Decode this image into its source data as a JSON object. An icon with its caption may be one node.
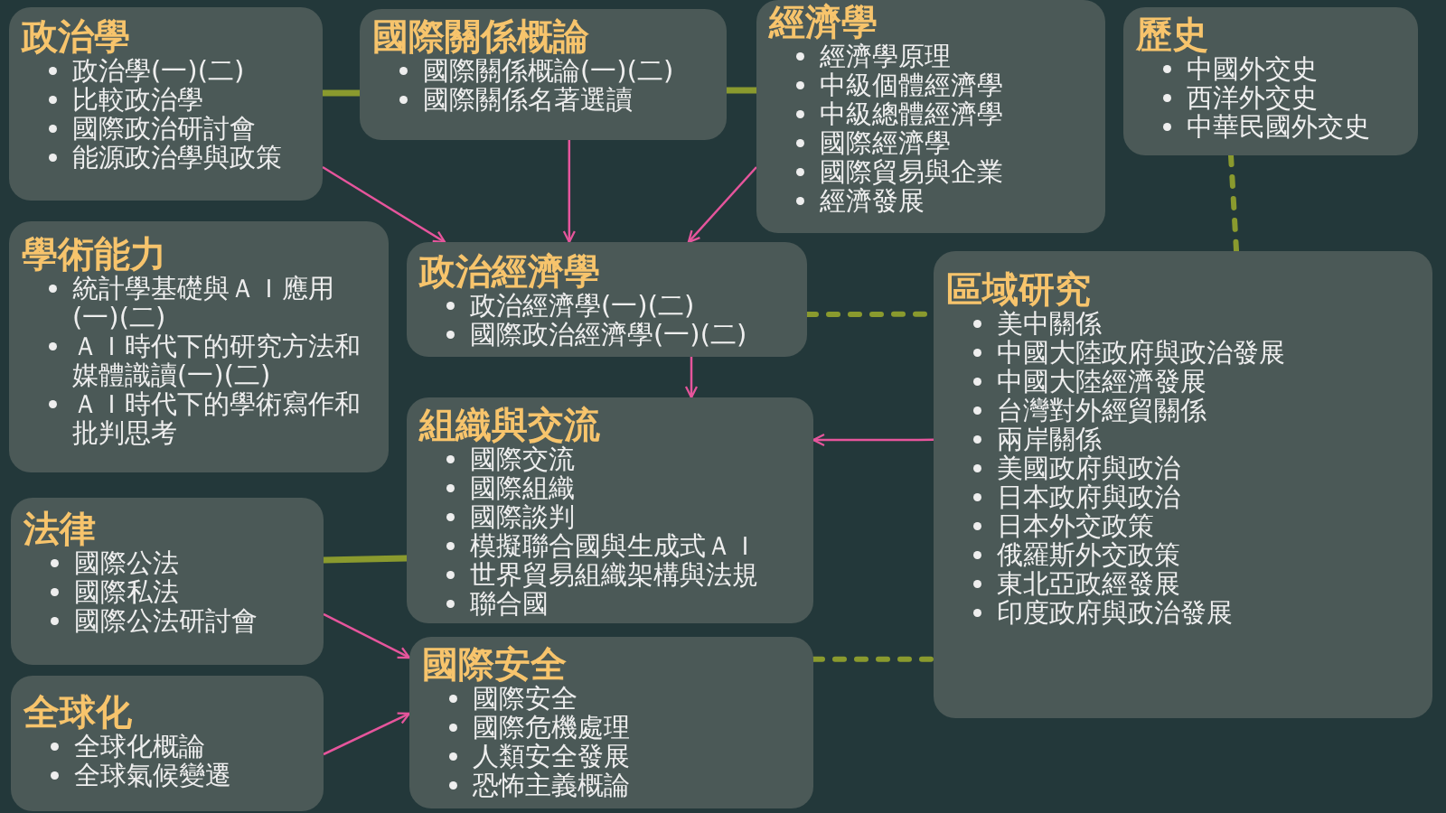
{
  "diagram": {
    "nodes": [
      {
        "text": [
          "政治學",
          "政治學(一)(二)",
          "比較政治學",
          "國際政治研討會",
          "能源政治學與政策"
        ]
      },
      {
        "text": [
          "國際關係概論",
          "國際關係概論(一)(二)",
          "國際關係名著選讀"
        ]
      },
      {
        "text": [
          "經濟學",
          "經濟學原理",
          "中級個體經濟學",
          "中級總體經濟學",
          "國際經濟學",
          "國際貿易與企業",
          "經濟發展"
        ]
      },
      {
        "text": [
          "歷史",
          "中國外交史",
          "西洋外交史",
          "中華民國外交史"
        ]
      },
      {
        "text": [
          "學術能力",
          "統計學基礎與ＡＩ應用(一)(二)",
          "ＡＩ時代下的研究方法和媒體識讀(一)(二)",
          "ＡＩ時代下的學術寫作和批判思考"
        ]
      },
      {
        "text": [
          "政治經濟學",
          "政治經濟學(一)(二)",
          "國際政治經濟學(一)(二)"
        ]
      },
      {
        "text": [
          "區域研究",
          "美中關係",
          "中國大陸政府與政治發展",
          "中國大陸經濟發展",
          "台灣對外經貿關係",
          "兩岸關係",
          "美國政府與政治",
          "日本政府與政治",
          "日本外交政策",
          "俄羅斯外交政策",
          "東北亞政經發展",
          "印度政府與政治發展"
        ]
      },
      {
        "text": [
          "組織與交流",
          "國際交流",
          "國際組織",
          "國際談判",
          "模擬聯合國與生成式ＡＩ",
          "世界貿易組織架構與法規",
          "聯合國"
        ]
      },
      {
        "text": [
          "法律",
          "國際公法",
          "國際私法",
          "國際公法研討會"
        ]
      },
      {
        "text": [
          "國際安全",
          "國際安全",
          "國際危機處理",
          "人類安全發展",
          "恐怖主義概論"
        ]
      },
      {
        "text": [
          "全球化",
          "全球化概論",
          "全球氣候變遷"
        ]
      }
    ],
    "edges": [
      {
        "from": 0,
        "to": 1,
        "arrow": "none",
        "style": "thick",
        "color": "#8a9a2e"
      },
      {
        "from": 1,
        "to": 2,
        "arrow": "none",
        "style": "thick",
        "color": "#8a9a2e"
      },
      {
        "from": 3,
        "to": 6,
        "arrow": "none",
        "style": "dashed",
        "color": "#8a9a2e"
      },
      {
        "from": 5,
        "to": 6,
        "arrow": "none",
        "style": "dashed",
        "color": "#8a9a2e"
      },
      {
        "from": 8,
        "to": 7,
        "arrow": "none",
        "style": "thick",
        "color": "#8a9a2e"
      },
      {
        "from": 9,
        "to": 6,
        "arrow": "none",
        "style": "dashed",
        "color": "#8a9a2e"
      },
      {
        "from": 0,
        "to": 5,
        "arrow": "to"
      },
      {
        "from": 1,
        "to": 5,
        "arrow": "to"
      },
      {
        "from": 2,
        "to": 5,
        "arrow": "to"
      },
      {
        "from": 5,
        "to": 7,
        "arrow": "to"
      },
      {
        "from": 6,
        "to": 7,
        "arrow": "to"
      },
      {
        "from": 8,
        "to": 9,
        "arrow": "to"
      },
      {
        "from": 10,
        "to": 9,
        "arrow": "to"
      }
    ]
  }
}
